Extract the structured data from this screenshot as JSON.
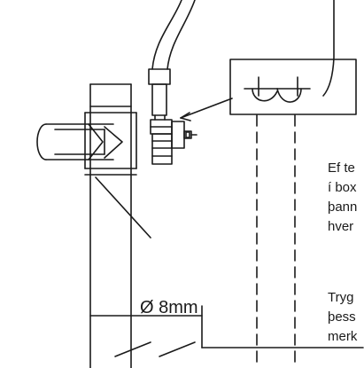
{
  "diagram": {
    "dimension_label": "Ø 8mm",
    "notes": [
      "Ef te",
      "í box",
      "þann",
      "hver",
      "Tryg",
      "þess",
      "merk"
    ]
  },
  "colors": {
    "ink": "#1a1a1a",
    "background": "#ffffff"
  }
}
